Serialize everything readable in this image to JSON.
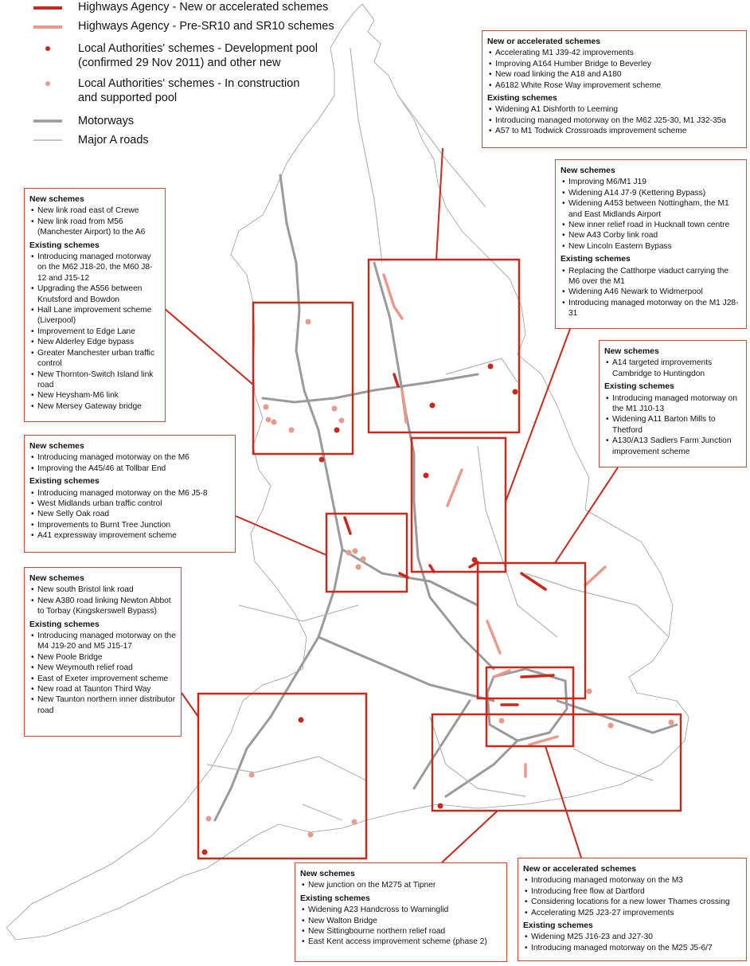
{
  "colors": {
    "new": "#c8291c",
    "pre": "#e89a8c",
    "motorway": "#9a9a9a",
    "aroad": "#b4b4b4",
    "border": "#d9452f"
  },
  "legend": [
    {
      "symbol": "thick-dark-red-line",
      "label": "Highways Agency - New or accelerated schemes"
    },
    {
      "symbol": "thick-pink-line",
      "label": "Highways Agency - Pre-SR10 and SR10 schemes"
    },
    {
      "symbol": "dark-red-dot",
      "label": "Local Authorities' schemes - Development pool",
      "label2": "(confirmed 29 Nov 2011) and other new"
    },
    {
      "symbol": "pink-dot",
      "label": "Local Authorities' schemes - In construction",
      "label2": "and supported pool"
    },
    {
      "symbol": "thick-grey-line",
      "label": "Motorways"
    },
    {
      "symbol": "thin-grey-line",
      "label": "Major A roads"
    }
  ],
  "boxes": [
    {
      "id": "yorkshire",
      "sections": [
        {
          "heading": "New or accelerated schemes",
          "items": [
            "Accelerating M1 J39-42 improvements",
            "Improving A164 Humber Bridge to Beverley",
            "New road linking the A18 and A180",
            "A6182 White Rose Way improvement scheme"
          ]
        },
        {
          "heading": "Existing schemes",
          "items": [
            "Widening A1 Dishforth to Leeming",
            "Introducing managed motorway on the M62 J25-30, M1 J32-35a",
            "A57 to M1 Todwick Crossroads improvement scheme"
          ]
        }
      ]
    },
    {
      "id": "east-midlands",
      "sections": [
        {
          "heading": "New schemes",
          "items": [
            "Improving M6/M1 J19",
            "Widening A14 J7-9 (Kettering Bypass)",
            "Widening A453 between Nottingham, the M1 and East Midlands Airport",
            "New inner relief road in Hucknall town centre",
            "New A43 Corby link road",
            "New Lincoln Eastern Bypass"
          ]
        },
        {
          "heading": "Existing schemes",
          "items": [
            "Replacing the Catthorpe viaduct carrying the M6 over the M1",
            "Widening A46 Newark to Widmerpool",
            "Introducing managed motorway on the M1 J28-31"
          ]
        }
      ]
    },
    {
      "id": "east",
      "sections": [
        {
          "heading": "New schemes",
          "items": [
            "A14 targeted improvements Cambridge to Huntingdon"
          ]
        },
        {
          "heading": "Existing schemes",
          "items": [
            "Introducing managed motorway on the M1 J10-13",
            "Widening A11 Barton Mills to Thetford",
            "A130/A13 Sadlers Farm Junction improvement scheme"
          ]
        }
      ]
    },
    {
      "id": "north-west",
      "sections": [
        {
          "heading": "New schemes",
          "items": [
            "New link road east of Crewe",
            "New link road from M56 (Manchester Airport) to the A6"
          ]
        },
        {
          "heading": "Existing schemes",
          "items": [
            "Introducing managed motorway on the M62 J18-20, the M60 J8-12 and J15-12",
            "Upgrading the A556 between Knutsford and Bowdon",
            "Hall Lane improvement scheme (Liverpool)",
            "Improvement to Edge Lane",
            "New Alderley Edge bypass",
            "Greater Manchester urban traffic control",
            "New Thornton-Switch Island link road",
            "New Heysham-M6 link",
            "New Mersey Gateway bridge"
          ]
        }
      ]
    },
    {
      "id": "west-midlands",
      "sections": [
        {
          "heading": "New schemes",
          "items": [
            "Introducing managed motorway on the M6",
            "Improving the A45/46 at Tollbar End"
          ]
        },
        {
          "heading": "Existing schemes",
          "items": [
            "Introducing managed motorway on the M6 J5-8",
            "West Midlands urban traffic control",
            "New Selly Oak road",
            "Improvements to Burnt Tree Junction",
            "A41 expressway improvement scheme"
          ]
        }
      ]
    },
    {
      "id": "south-west",
      "sections": [
        {
          "heading": "New schemes",
          "items": [
            "New south Bristol link road",
            "New A380 road linking Newton Abbot to Torbay (Kingskerswell Bypass)"
          ]
        },
        {
          "heading": "Existing schemes",
          "items": [
            "Introducing managed motorway on the M4 J19-20 and M5 J15-17",
            "New Poole Bridge",
            "New Weymouth relief road",
            "East of Exeter improvement scheme",
            "New road at Taunton Third Way",
            "New Taunton northern inner distributor road"
          ]
        }
      ]
    },
    {
      "id": "south",
      "sections": [
        {
          "heading": "New schemes",
          "items": [
            "New  junction on the M275 at Tipner"
          ]
        },
        {
          "heading": "Existing schemes",
          "items": [
            "Widening A23 Handcross to Warninglid",
            "New Walton Bridge",
            "New Sittingbourne northern relief road",
            "East Kent access improvement scheme (phase 2)"
          ]
        }
      ]
    },
    {
      "id": "south-east",
      "sections": [
        {
          "heading": "New or accelerated schemes",
          "items": [
            "Introducing managed motorway on the M3",
            "Introducing free flow at Dartford",
            "Considering locations for a new lower Thames crossing",
            "Accelerating M25 J23-27 improvements"
          ]
        },
        {
          "heading": "Existing schemes",
          "items": [
            "Widening M25 J16-23 and J27-30",
            "Introducing managed motorway on the M25 J5-6/7"
          ]
        }
      ]
    }
  ]
}
